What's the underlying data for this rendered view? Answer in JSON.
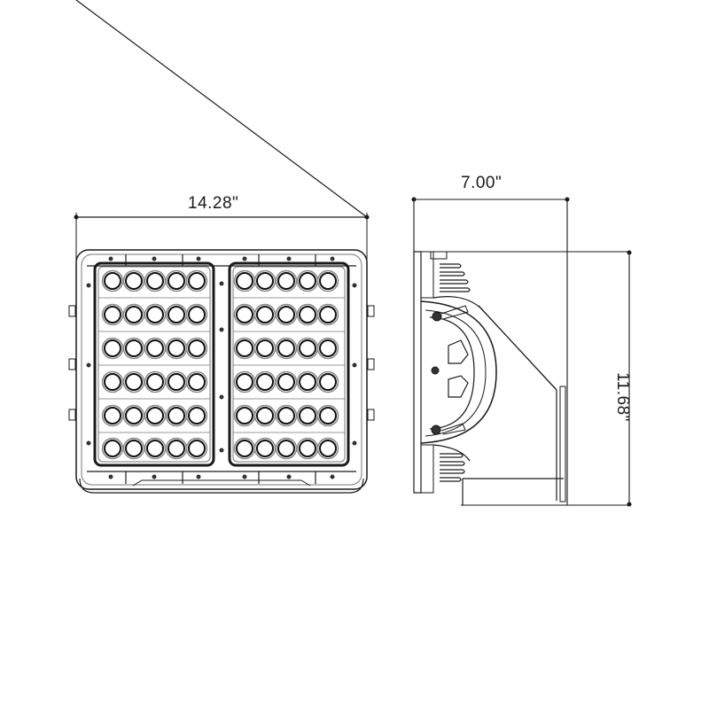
{
  "drawing": {
    "title": "LED flood light dimension drawing",
    "views": [
      {
        "name": "front-view",
        "led_panels": 2,
        "led_rows": 6,
        "led_cols_per_panel": 5
      },
      {
        "name": "side-view"
      }
    ],
    "dimensions": {
      "width": "14.28\"",
      "depth": "7.00\"",
      "height": "11.68\""
    },
    "colors": {
      "line": "#1a1a1a",
      "background": "#ffffff"
    }
  }
}
